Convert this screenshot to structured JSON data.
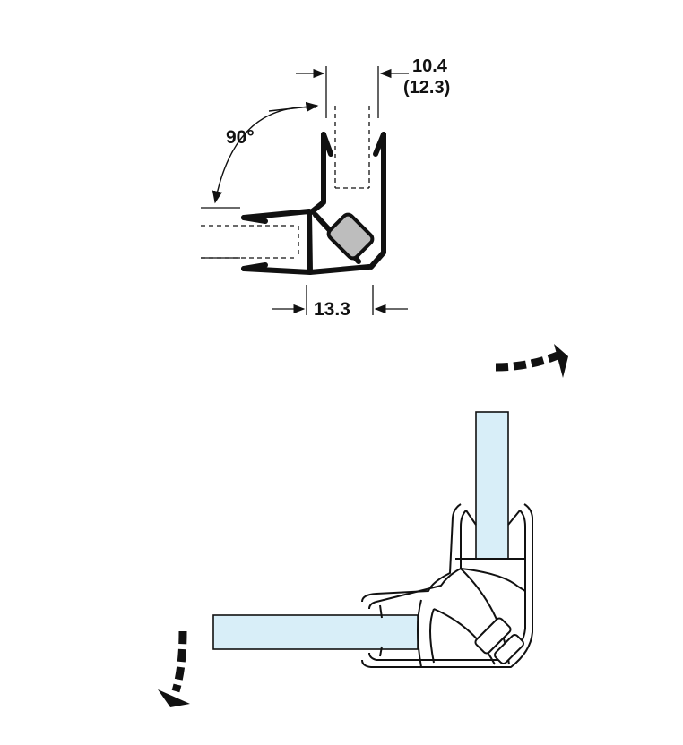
{
  "dimensions": {
    "glass_thickness": "10.4",
    "glass_thickness_alt": "(12.3)",
    "angle": "90°",
    "profile_width": "13.3"
  },
  "colors": {
    "line": "#111111",
    "glass": "#d8eef8",
    "magnet": "#bdbdbd",
    "background": "#ffffff"
  },
  "icons": {
    "arrow_right": "dashed-curved-arrow-right-icon",
    "arrow_down": "dashed-curved-arrow-down-icon"
  }
}
